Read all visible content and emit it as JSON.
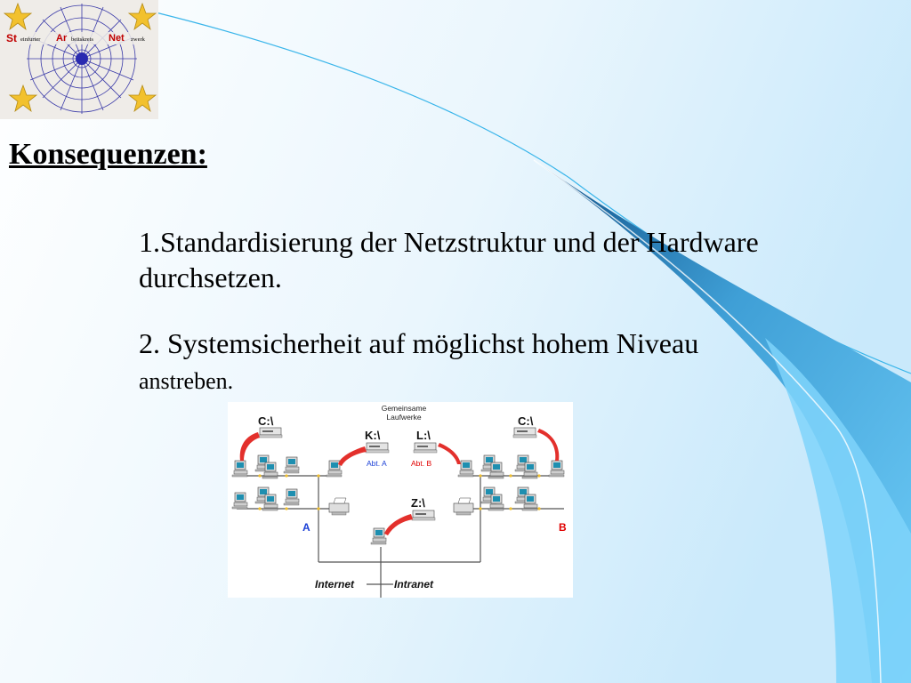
{
  "logo": {
    "text_st": "St",
    "text_einfurter": "einfurter",
    "text_ar": "Ar",
    "text_beitskreis": "beitskreis",
    "text_net": "Net",
    "text_zwerk": "zwerk"
  },
  "heading": "Konsequenzen:",
  "points": {
    "p1": "1.Standardisierung der Netzstruktur  und der Hardware durchsetzen.",
    "p2_main": "2. Systemsicherheit auf möglichst hohem Niveau",
    "p2_cont": "anstreben."
  },
  "diagram": {
    "shared_drives_label": "Gemeinsame\nLaufwerke",
    "shared_line1": "Gemeinsame",
    "shared_line2": "Laufwerke",
    "drive_c_left": "C:\\",
    "drive_c_right": "C:\\",
    "drive_k": "K:\\",
    "drive_l": "L:\\",
    "drive_z": "Z:\\",
    "dept_a": "Abt. A",
    "dept_b": "Abt. B",
    "segment_a": "A",
    "segment_b": "B",
    "internet": "Internet",
    "intranet": "Intranet"
  },
  "colors": {
    "background_light": "#ffffff",
    "background_blue": "#67c5f6",
    "swoosh_dark": "#1a6fa8",
    "arrow_red": "#e3302c",
    "label_blue": "#1a3fd6",
    "label_red": "#e00000"
  }
}
